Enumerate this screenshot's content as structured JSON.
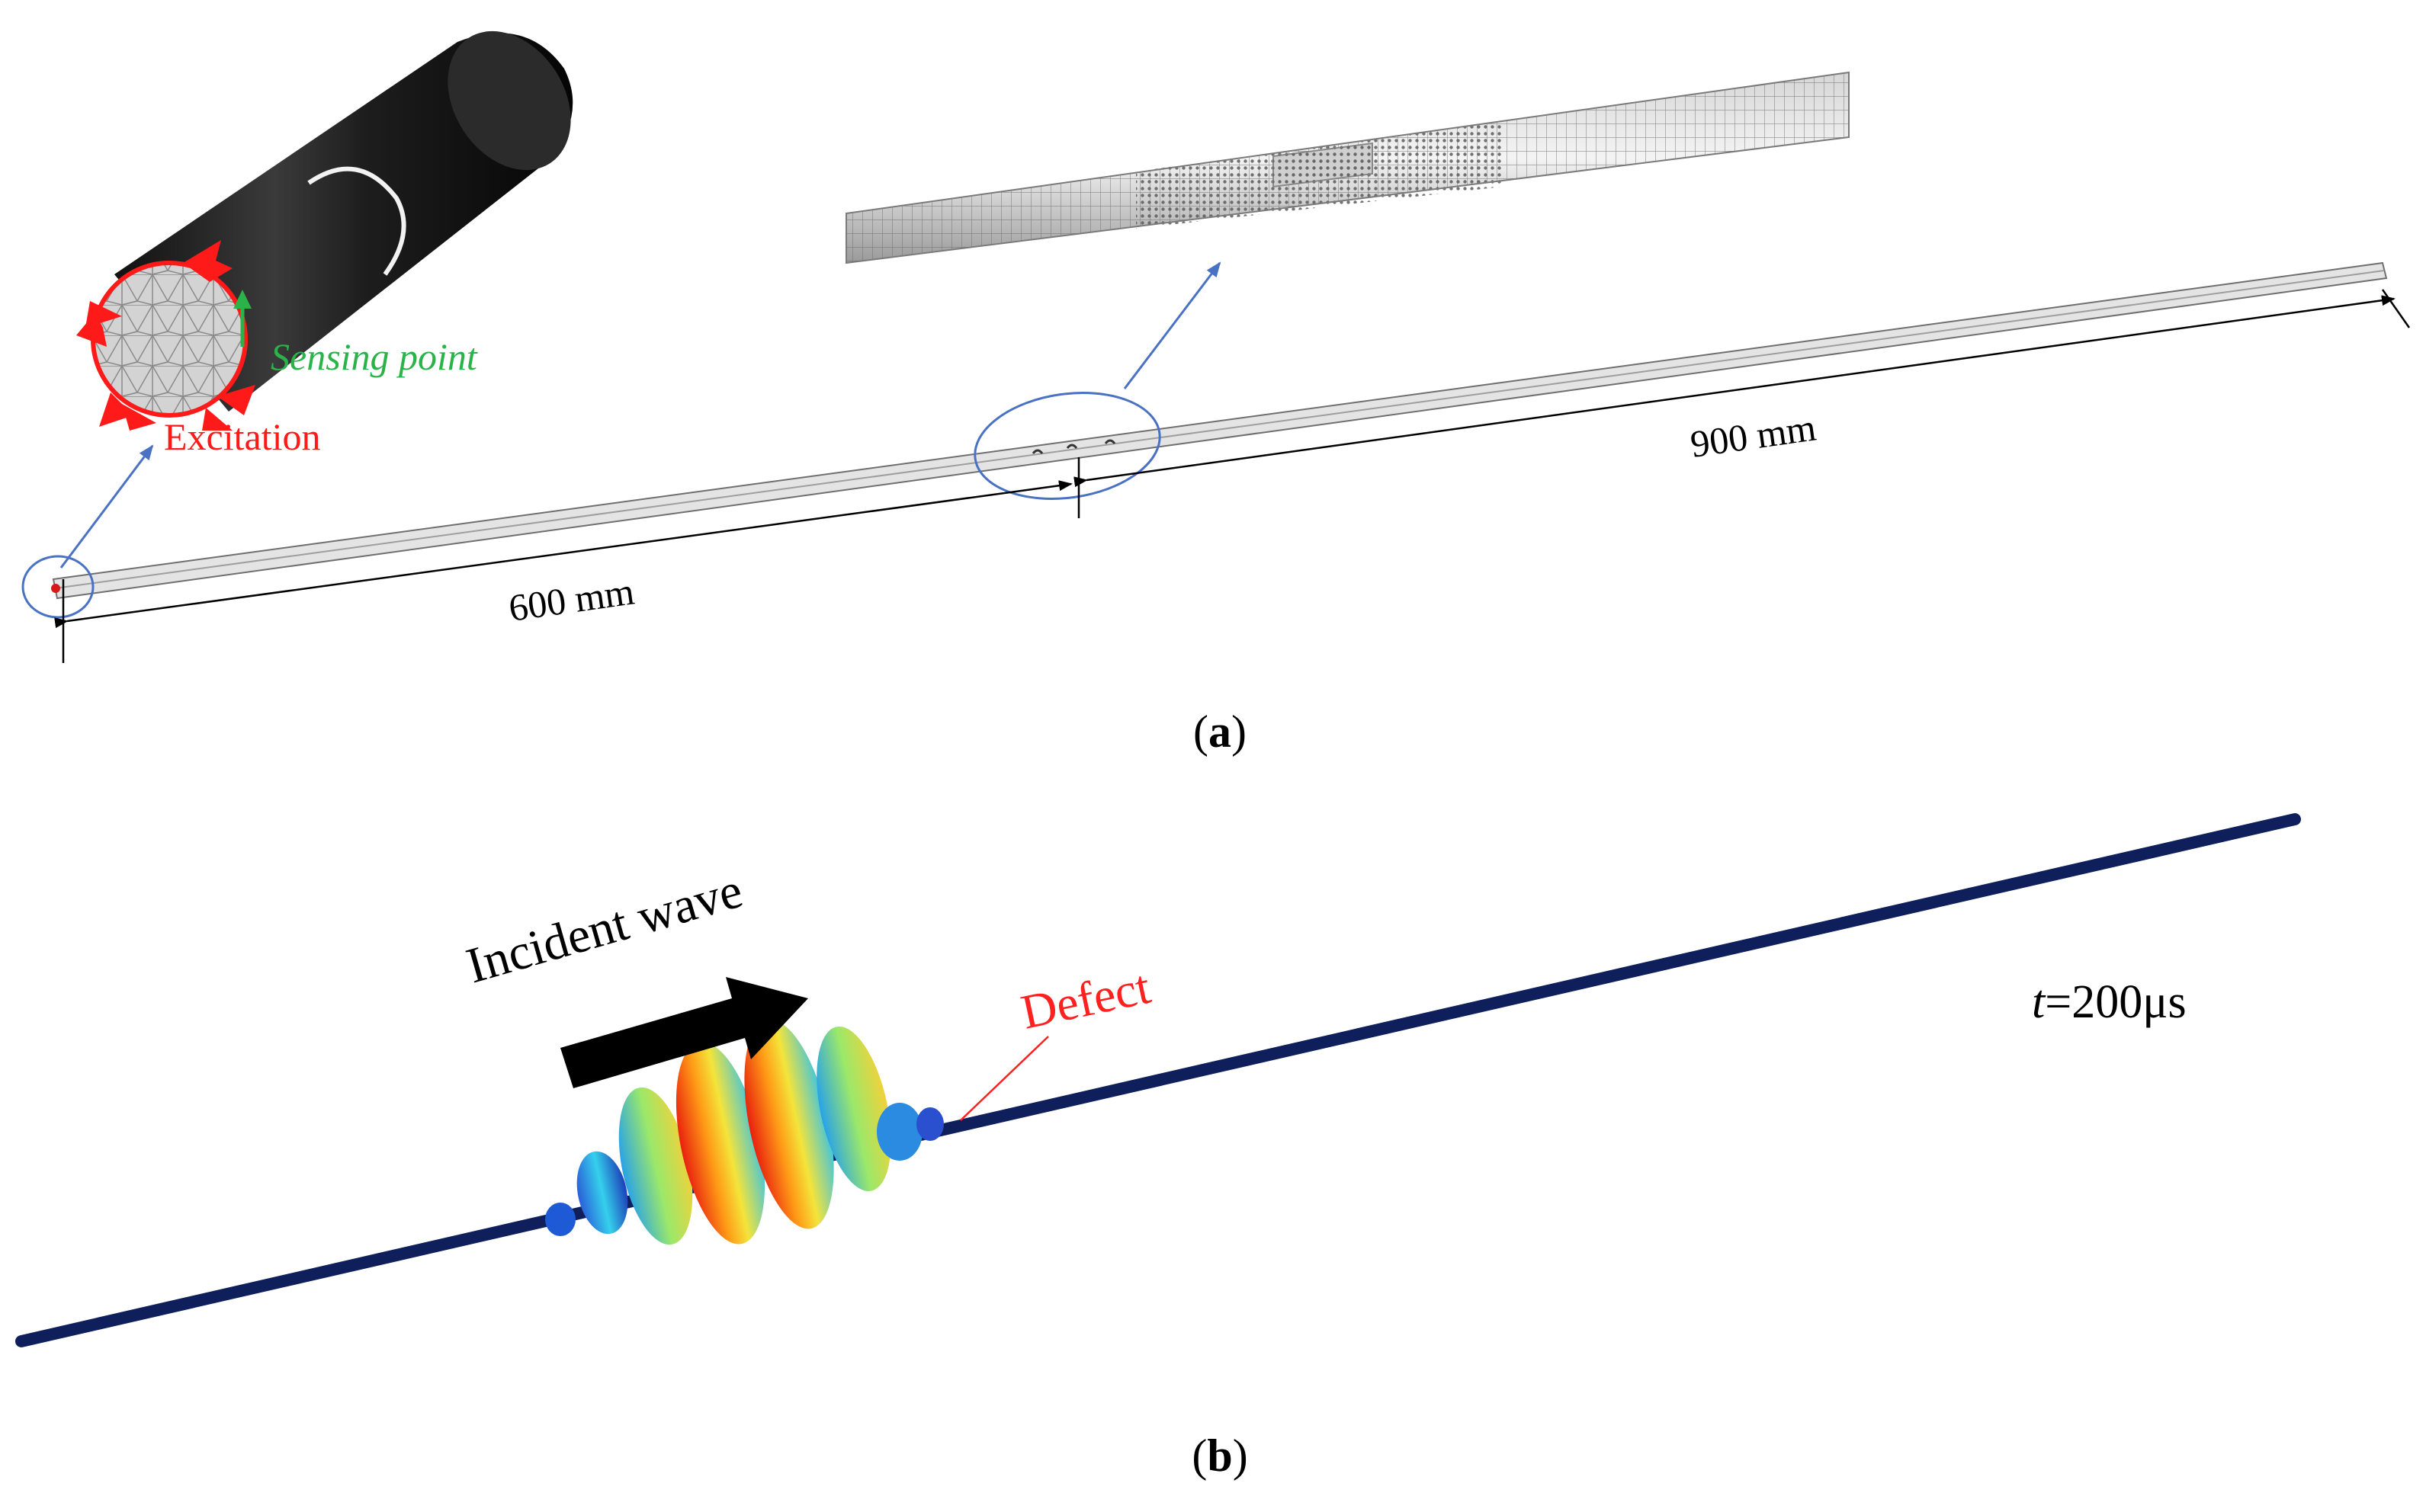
{
  "panel_a": {
    "label": "a",
    "inset_labels": {
      "sensing_point": "Sensing point",
      "excitation": "Excitation"
    },
    "dimensions": {
      "first_segment": "600 mm",
      "second_segment": "900 mm"
    }
  },
  "panel_b": {
    "label": "b",
    "incident_wave": "Incident wave",
    "defect": "Defect",
    "time_var": "t",
    "time_value": "=200μs"
  },
  "colors": {
    "excitation": "#ff1a1a",
    "sensing_point": "#2bb34a",
    "callout_blue": "#4a72c4",
    "rod_dark_blue": "#0e1f5c",
    "defect_red": "#ff2020"
  },
  "icons": {
    "wave_direction": "right-arrow-icon"
  }
}
